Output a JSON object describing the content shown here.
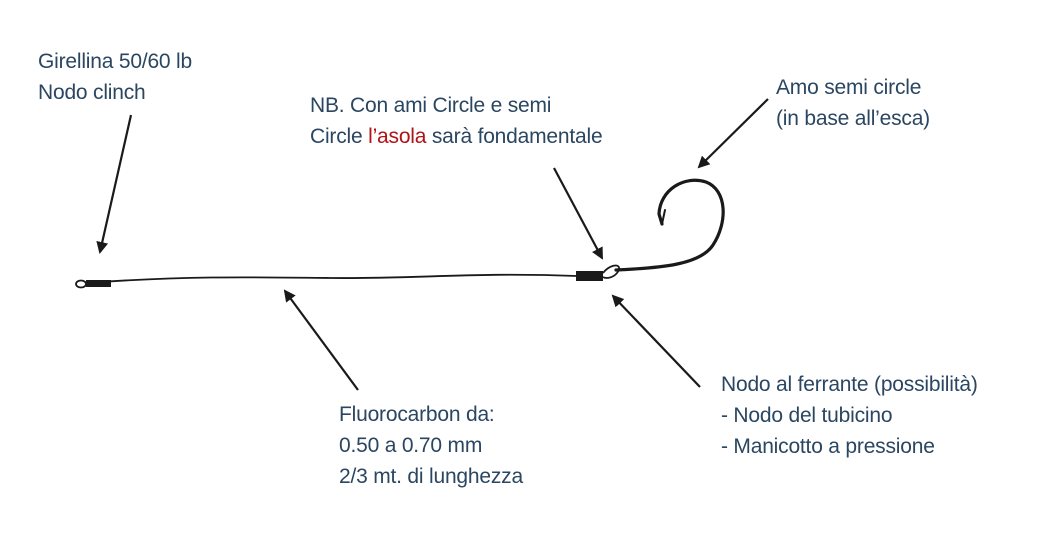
{
  "labels": {
    "swivel": {
      "line1": "Girellina 50/60 lb",
      "line2": "Nodo clinch"
    },
    "note": {
      "line1": "NB. Con ami Circle e semi",
      "line2_before": "Circle ",
      "line2_highlight": "l’asola",
      "line2_after": " sarà fondamentale"
    },
    "hook": {
      "line1": "Amo semi circle",
      "line2": "(in base all’esca)"
    },
    "fluorocarbon": {
      "line1": "Fluorocarbon da:",
      "line2": "0.50 a 0.70 mm",
      "line3": "2/3 mt. di lunghezza"
    },
    "knot": {
      "line1": "Nodo al ferrante (possibilità)",
      "line2": "- Nodo del tubicino",
      "line3": "- Manicotto a pressione"
    }
  },
  "colors": {
    "text": "#2a4661",
    "highlight": "#b01218",
    "line": "#1a1a1a"
  },
  "icons": {
    "swivel": "swivel-loop-icon",
    "hook": "semi-circle-hook-icon"
  }
}
